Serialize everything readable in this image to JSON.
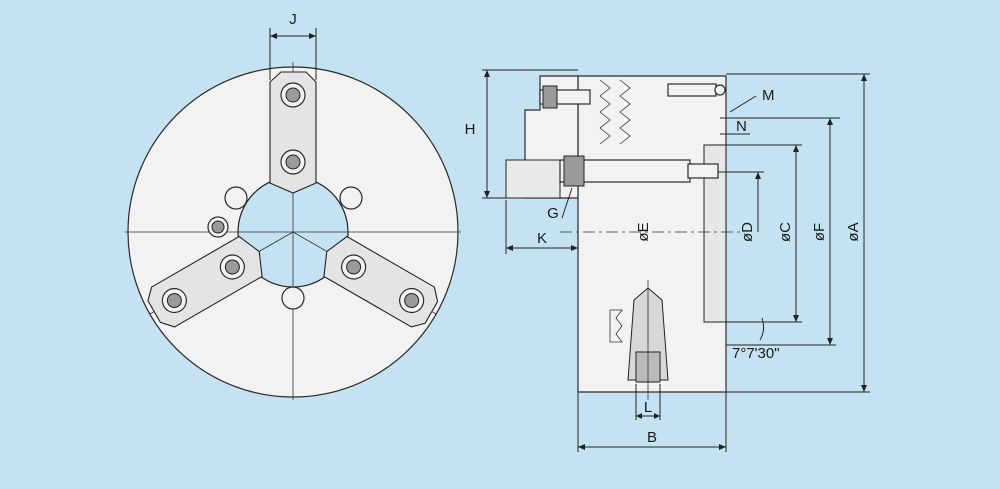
{
  "colors": {
    "background": "#c5e2f2",
    "part_fill": "#f2f2f2",
    "line": "#222222"
  },
  "labels": {
    "J": "J",
    "H": "H",
    "G": "G",
    "K": "K",
    "E": "øE",
    "D": "øD",
    "C": "øC",
    "F": "øF",
    "A": "øA",
    "M": "M",
    "N": "N",
    "L": "L",
    "B": "B",
    "angle": "7°7'30\""
  }
}
